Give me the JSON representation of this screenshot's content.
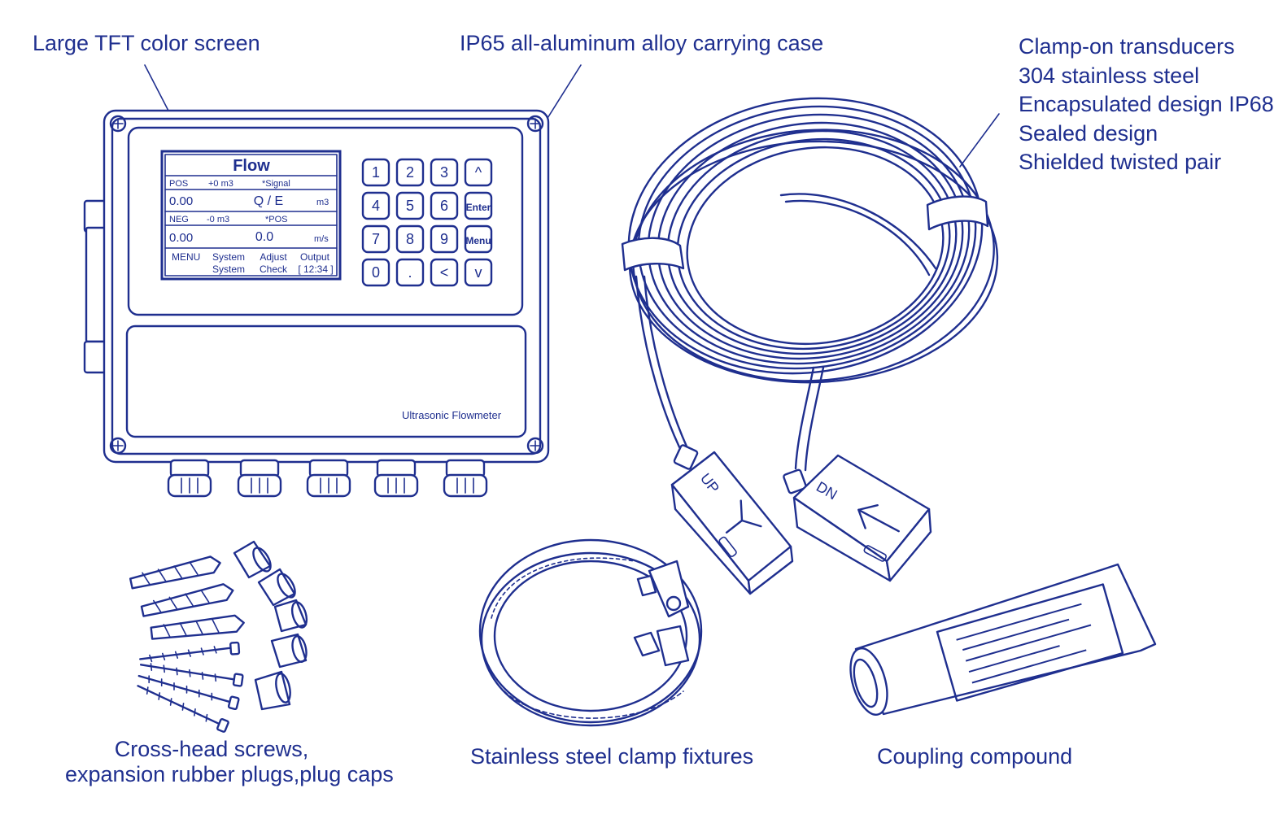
{
  "colors": {
    "ink": "#1f2f8f",
    "paper": "#ffffff"
  },
  "labels": {
    "screen": "Large TFT color screen",
    "case": "IP65 all-aluminum alloy carrying case",
    "transducers": [
      "Clamp-on transducers",
      "304 stainless steel",
      "Encapsulated design IP68",
      "Sealed design",
      "Shielded twisted pair"
    ],
    "screws": [
      "Cross-head screws,",
      "expansion rubber plugs,plug caps"
    ],
    "clamp": "Stainless steel clamp fixtures",
    "compound": "Coupling compound"
  },
  "display": {
    "title": "Flow",
    "row1": {
      "left": "POS",
      "mid": "+0 m3",
      "right": "*Signal"
    },
    "row2": {
      "value": "0.00",
      "mid": "Q / E",
      "unit": "m3"
    },
    "row3": {
      "left": "NEG",
      "mid": "-0 m3",
      "right": "*POS"
    },
    "row4": {
      "value": "0.00",
      "mid": "0.0",
      "unit": "m/s"
    },
    "footer": {
      "menu": "MENU",
      "col1": [
        "System",
        "System"
      ],
      "col2": [
        "Adjust",
        "Check"
      ],
      "col3": [
        "Output",
        "[ 12:34 ]"
      ]
    }
  },
  "keypad": [
    [
      "1",
      "2",
      "3",
      "^"
    ],
    [
      "4",
      "5",
      "6",
      "Enter"
    ],
    [
      "7",
      "8",
      "9",
      "Menu"
    ],
    [
      "0",
      ".",
      "<",
      "v"
    ]
  ],
  "device_label": "Ultrasonic Flowmeter",
  "sensor_labels": {
    "up": "UP",
    "dn": "DN"
  },
  "icons": {
    "up_sensor": "y-arrow-icon",
    "dn_sensor": "left-arrow-icon"
  }
}
